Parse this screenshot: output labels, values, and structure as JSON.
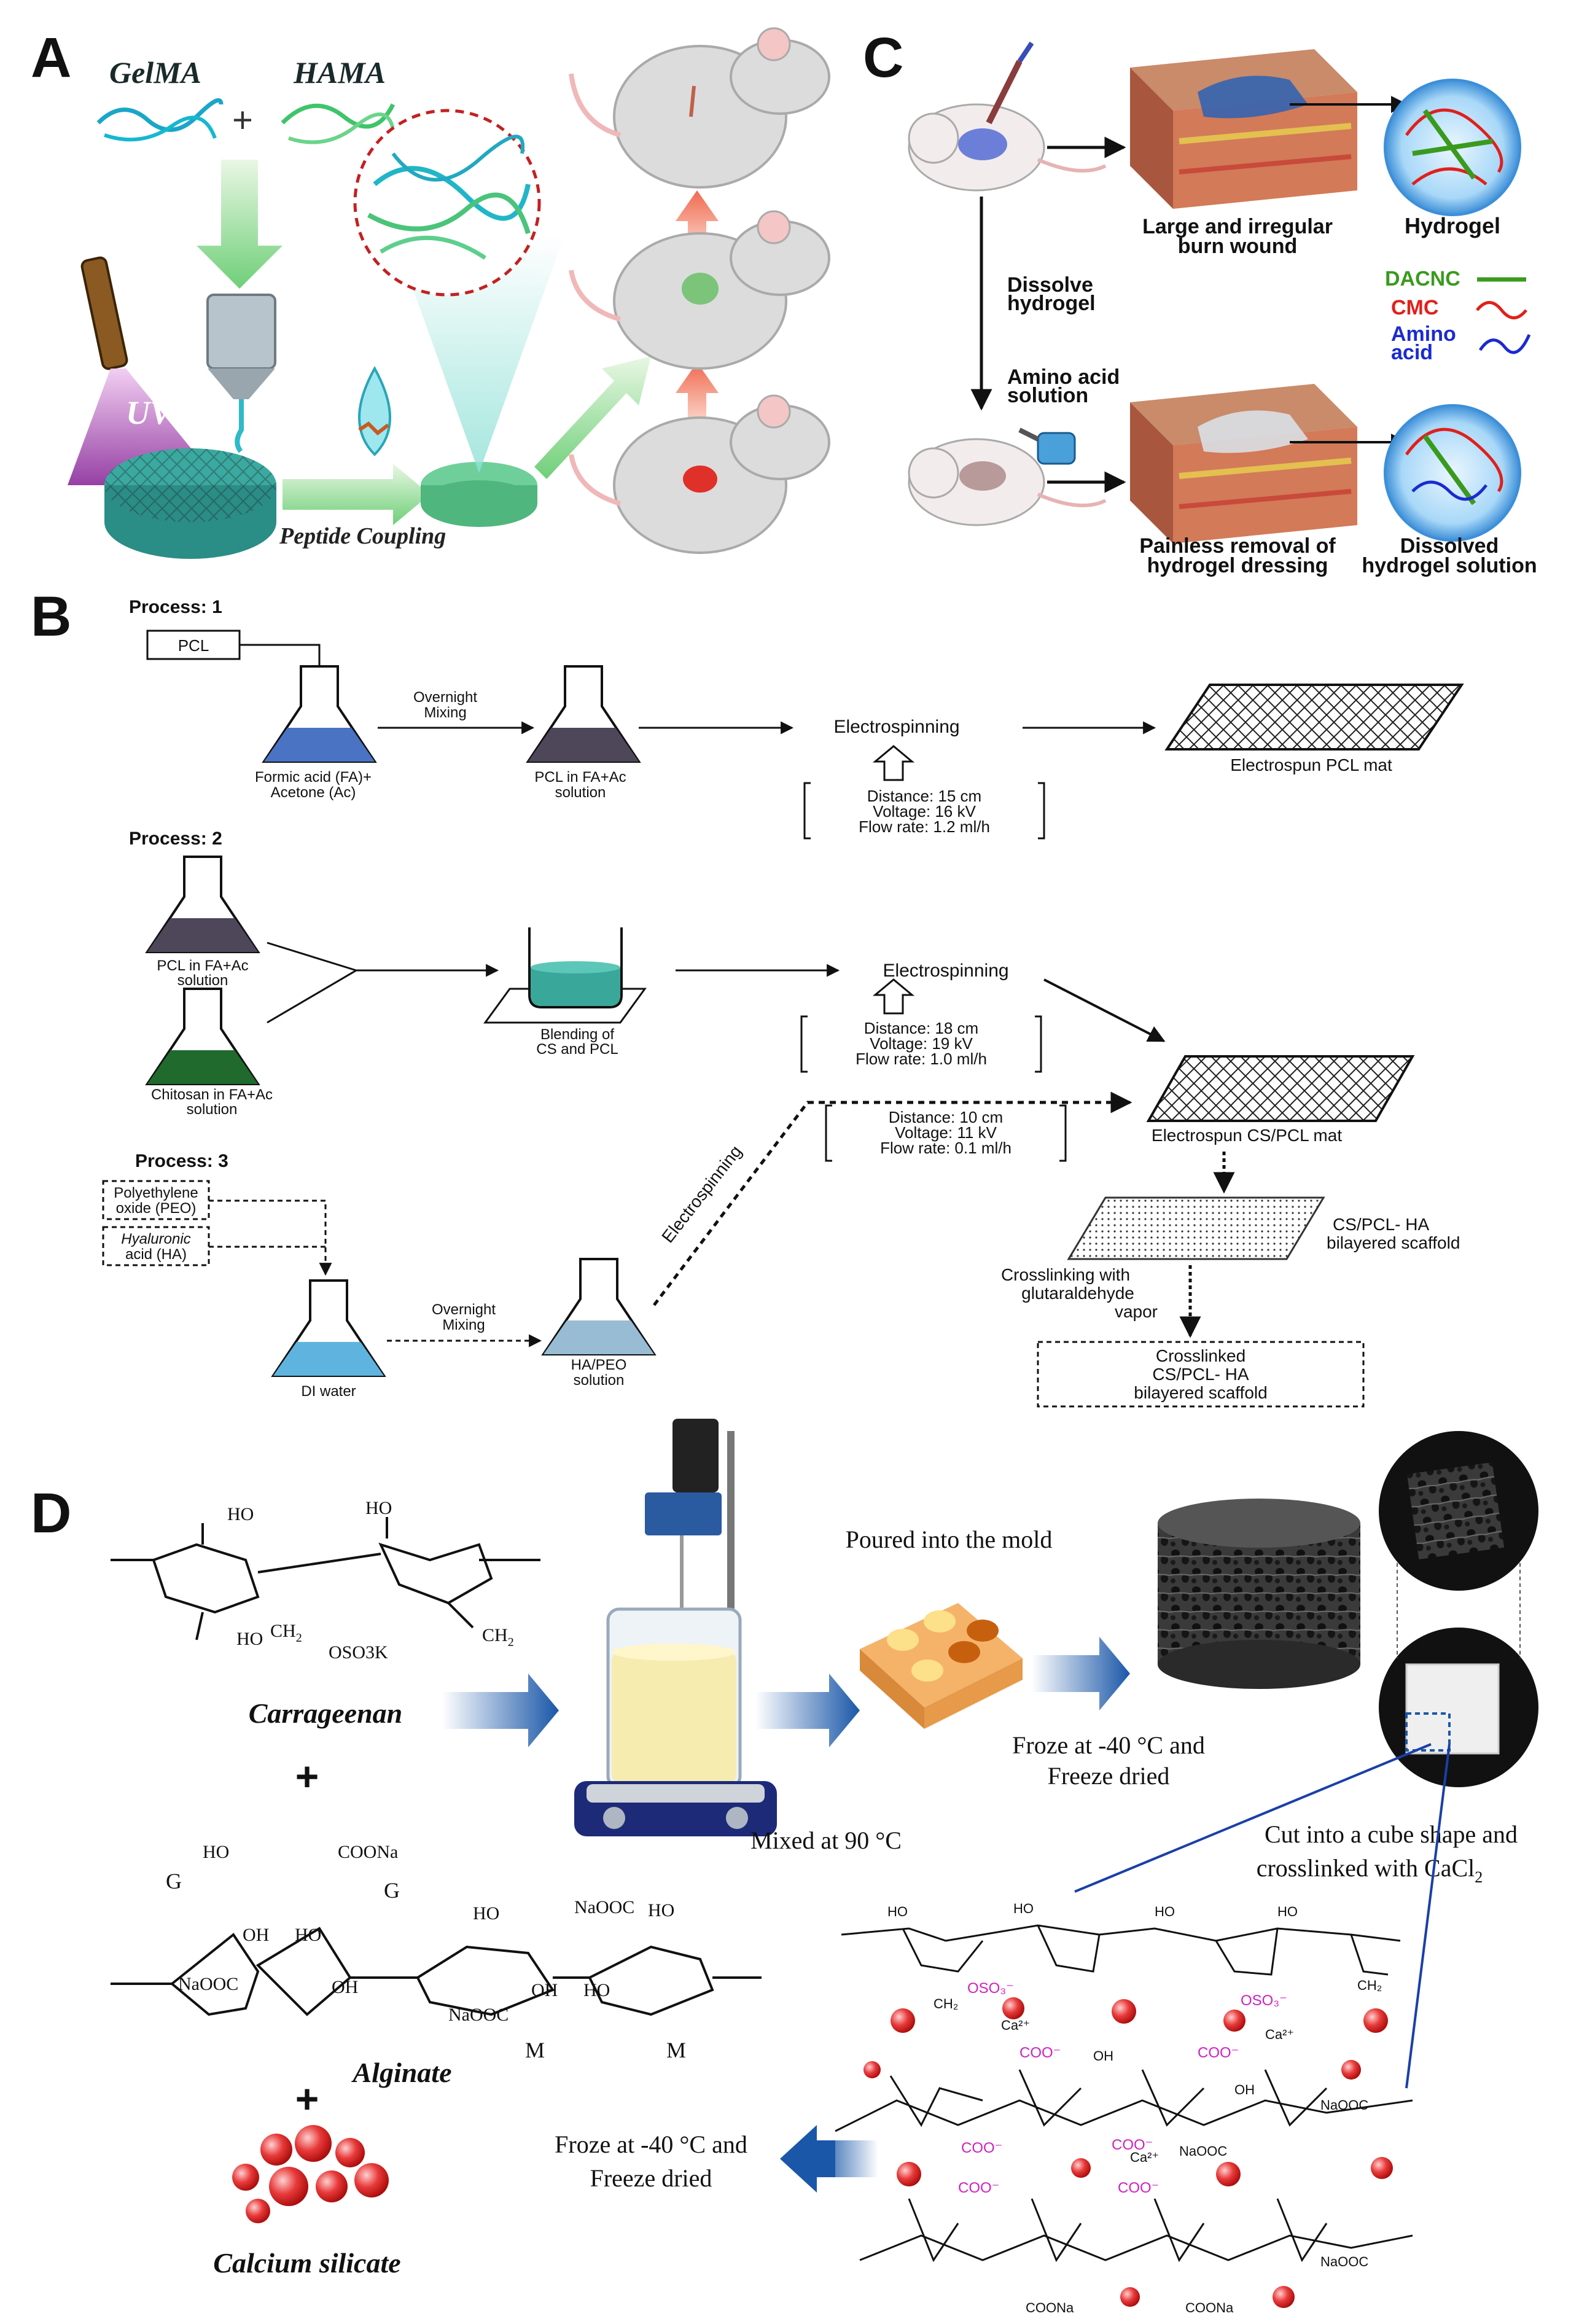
{
  "panelA": {
    "letter": "A",
    "gelma": "GelMA",
    "hama": "HAMA",
    "plus": "+",
    "uv": "UV",
    "peptide": "Peptide Coupling"
  },
  "panelB": {
    "letter": "B",
    "p1": {
      "title": "Process: 1",
      "pcl": "PCL",
      "flask1_l1": "Formic acid (FA)+",
      "flask1_l2": "Acetone (Ac)",
      "mix_l1": "Overnight",
      "mix_l2": "Mixing",
      "flask2_l1": "PCL in FA+Ac",
      "flask2_l2": "solution",
      "spin": "Electrospinning",
      "param1": "Distance: 15 cm",
      "param2": "Voltage: 16 kV",
      "param3": "Flow rate: 1.2 ml/h",
      "mat": "Electrospun PCL mat"
    },
    "p2": {
      "title": "Process: 2",
      "flask1_l1": "PCL in FA+Ac",
      "flask1_l2": "solution",
      "flask2_l1": "Chitosan in FA+Ac",
      "flask2_l2": "solution",
      "blend_l1": "Blending of",
      "blend_l2": "CS and PCL",
      "spin": "Electrospinning",
      "param1": "Distance: 18 cm",
      "param2": "Voltage: 19 kV",
      "param3": "Flow rate: 1.0 ml/h",
      "param4": "Distance: 10 cm",
      "param5": "Voltage: 11 kV",
      "param6": "Flow rate: 0.1 ml/h",
      "mat": "Electrospun CS/PCL mat"
    },
    "p3": {
      "title": "Process: 3",
      "peo_l1": "Polyethylene",
      "peo_l2": "oxide (PEO)",
      "ha_l1": "Hyaluronic",
      "ha_l2": "acid (HA)",
      "water": "DI water",
      "mix_l1": "Overnight",
      "mix_l2": "Mixing",
      "flask_l1": "HA/PEO",
      "flask_l2": "solution",
      "spin_diag": "Electrospinning",
      "scaffold_l1": "CS/PCL- HA",
      "scaffold_l2": "bilayered scaffold",
      "cross_l1": "Crosslinking with",
      "cross_l2": "glutaraldehyde",
      "cross_l3": "vapor",
      "final_l1": "Crosslinked",
      "final_l2": "CS/PCL- HA",
      "final_l3": "bilayered scaffold"
    }
  },
  "panelC": {
    "letter": "C",
    "burn_l1": "Large and irregular",
    "burn_l2": "burn wound",
    "hydrogel": "Hydrogel",
    "dissolve_l1": "Dissolve",
    "dissolve_l2": "hydrogel",
    "amino_l1": "Amino acid",
    "amino_l2": "solution",
    "leg_dacnc": "DACNC",
    "leg_cmc": "CMC",
    "leg_amino_l1": "Amino",
    "leg_amino_l2": "acid",
    "painless_l1": "Painless removal of",
    "painless_l2": "hydrogel dressing",
    "dissolved_l1": "Dissolved",
    "dissolved_l2": "hydrogel solution",
    "colors": {
      "dacnc": "#3a9a1e",
      "cmc": "#e0201a",
      "amino": "#1a2bd0"
    }
  },
  "panelD": {
    "letter": "D",
    "carrageenan": "Carrageenan",
    "alginate": "Alginate",
    "calcium": "Calcium silicate",
    "poured": "Poured into the mold",
    "mixed": "Mixed at 90 °C",
    "froze1_l1": "Froze at -40 °C and",
    "froze1_l2": "Freeze dried",
    "cut_l1": "Cut into a cube shape and",
    "cut_l2": "crosslinked with CaCl",
    "cut_sub": "2",
    "froze2_l1": "Froze at -40 °C and",
    "froze2_l2": "Freeze dried",
    "g1": "G",
    "g2": "G",
    "m1": "M",
    "m2": "M",
    "carr_chem": {
      "ho1": "HO",
      "ho2": "HO",
      "ho3": "HO",
      "ch2a": "CH",
      "ch2a_sub": "2",
      "oso3k": "OSO3K",
      "ch2b": "CH",
      "ch2b_sub": "2"
    },
    "alg_chem": {
      "ho1": "HO",
      "coona": "COONa",
      "oh1": "OH",
      "ho2": "HO",
      "naooc1": "NaOOC",
      "oh2": "OH",
      "ho3": "HO",
      "naooc2": "NaOOC",
      "ho4": "HO",
      "naooc3": "NaOOC",
      "oh3": "OH",
      "ho5": "HO"
    },
    "net_chem": {
      "ho": "HO",
      "oh": "OH",
      "oso3": "OSO₃⁻",
      "ca": "Ca²⁺",
      "coo": "COO⁻",
      "naooc": "NaOOC",
      "coona": "COONa",
      "ch2": "CH₂"
    }
  }
}
